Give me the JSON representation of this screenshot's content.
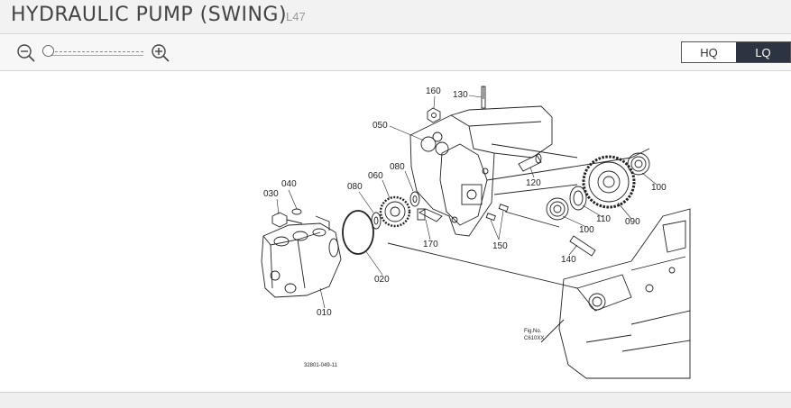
{
  "header": {
    "title": "HYDRAULIC PUMP (SWING)",
    "model": "L47"
  },
  "toolbar": {
    "hq_label": "HQ",
    "lq_label": "LQ",
    "active_quality": "LQ",
    "zoom_level": 0.0
  },
  "diagram": {
    "part_labels": {
      "p010": "010",
      "p020": "020",
      "p030": "030",
      "p040": "040",
      "p050": "050",
      "p060": "060",
      "p080a": "080",
      "p080b": "080",
      "p090": "090",
      "p100a": "100",
      "p100b": "100",
      "p110": "110",
      "p120": "120",
      "p130": "130",
      "p140": "140",
      "p150": "150",
      "p160": "160",
      "p170": "170"
    },
    "figure_ref_line1": "Fig.No.",
    "figure_ref_line2": "C610XX",
    "drawing_code": "32801-049-11"
  }
}
